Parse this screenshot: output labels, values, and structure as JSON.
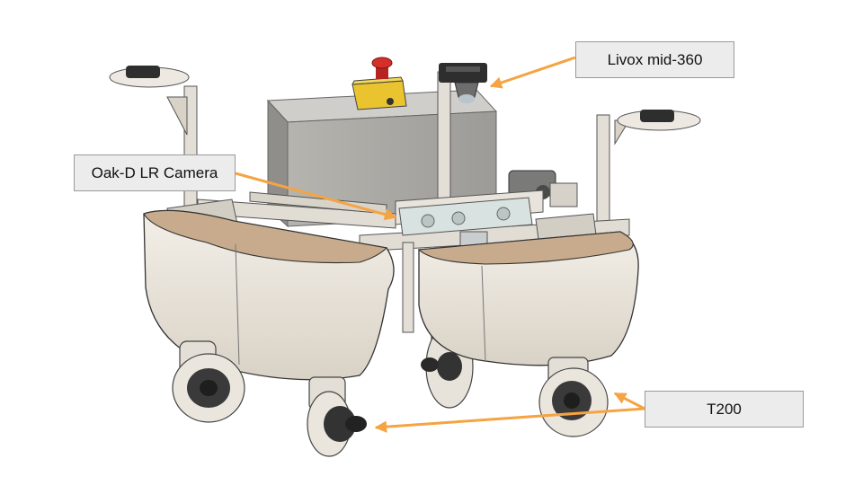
{
  "callouts": {
    "livox": "Livox mid-360",
    "oak": "Oak-D LR Camera",
    "t200": "T200"
  },
  "colors": {
    "arrow": "#f5a443",
    "hull": "#ece6dc",
    "deck": "#c7ab8c",
    "frame": "#e2ddd4",
    "box": "#a9a8a3",
    "estop_base": "#e9c42f",
    "estop_button": "#d62f2a",
    "thruster": "#333333"
  },
  "icons": [
    "estop-icon",
    "lidar-sensor-icon",
    "stereo-camera-icon",
    "thruster-icon"
  ]
}
